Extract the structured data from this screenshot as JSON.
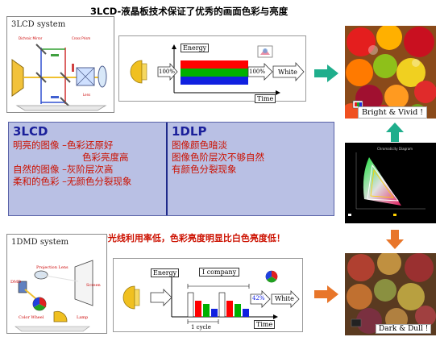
{
  "top_title": "3LCD-液晶板技术保证了优秀的画面色彩与亮度",
  "lcd_box": {
    "label": "3LCD system"
  },
  "lcd_panel": {
    "energy": "Energy",
    "pct_in": "100%",
    "pct_out": "100%",
    "white": "White",
    "time": "Time"
  },
  "compare": {
    "left_title": "3LCD",
    "left_lines": [
      "明亮的图像 –色彩还原好",
      "色彩亮度高",
      "自然的图像 –灰阶层次高",
      "柔和的色彩 –无颜色分裂现象"
    ],
    "right_title": "1DLP",
    "right_lines": [
      "图像颜色暗淡",
      "图像色阶层次不够自然",
      "有颜色分裂现象"
    ]
  },
  "dlp_note": "1DLP光线利用率低，色彩亮度明显比白色亮度低！",
  "dmd_box": {
    "label": "1DMD system",
    "projection_lens": "Projection Lens",
    "screen": "Screen",
    "dmd": "DMD",
    "color_wheel": "Color Wheel",
    "lamp": "Lamp"
  },
  "dmd_panel": {
    "energy": "Energy",
    "company": "I company",
    "pct": "42%",
    "white": "White",
    "cycle": "1 cycle",
    "time": "Time"
  },
  "captions": {
    "bright": "Bright & Vivid !",
    "dark": "Dark & Dull !"
  },
  "colors": {
    "arrow_teal": "#1fae8c",
    "arrow_orange": "#e8762a",
    "band_red": "#ff0000",
    "band_green": "#00b000",
    "band_blue": "#1020e0",
    "compare_bg": "#b9c0e4",
    "compare_title": "#1a1f9a",
    "compare_text": "#cc1100"
  }
}
